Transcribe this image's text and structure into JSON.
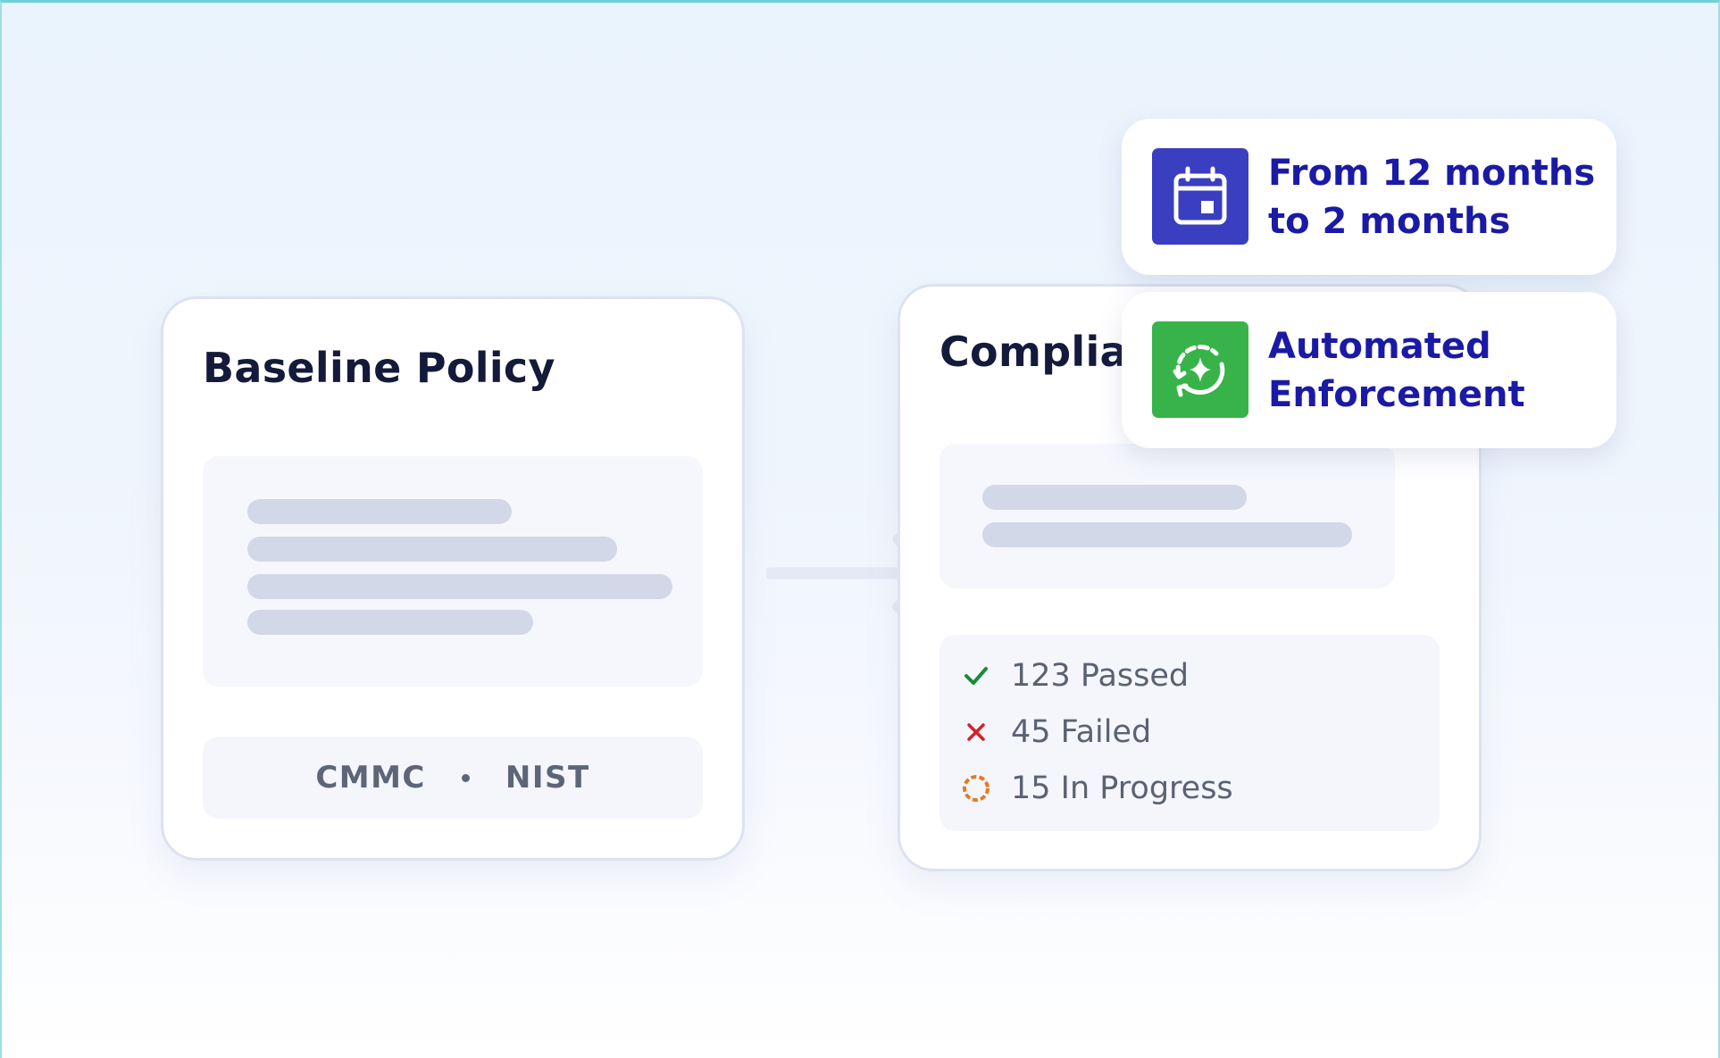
{
  "baseline_card": {
    "title": "Baseline Policy",
    "frameworks": [
      "CMMC",
      "NIST"
    ]
  },
  "compliance_card": {
    "title_visible": "Complia",
    "statuses": [
      {
        "icon": "check-icon",
        "label": "123 Passed",
        "color": "#1a8a3a"
      },
      {
        "icon": "x-icon",
        "label": "45 Failed",
        "color": "#d4202a"
      },
      {
        "icon": "progress-ring-icon",
        "label": "15 In Progress",
        "color": "#e8791c"
      }
    ]
  },
  "badges": {
    "time": {
      "icon": "calendar-icon",
      "icon_bg": "#3a3ec0",
      "line1": "From 12 months",
      "line2": "to 2 months"
    },
    "automation": {
      "icon": "sync-sparkle-icon",
      "icon_bg": "#38b34a",
      "line1": "Automated",
      "line2": "Enforcement"
    }
  },
  "colors": {
    "title_text": "#141a3a",
    "badge_text": "#1a1aa6",
    "placeholder": "#d3d8e8",
    "arrow": "#e3e9f5"
  }
}
